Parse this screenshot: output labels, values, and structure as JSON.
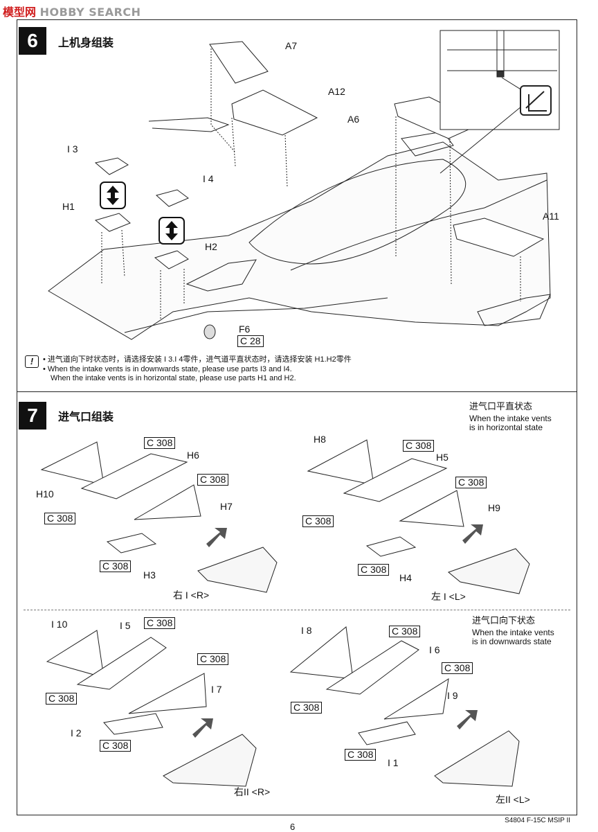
{
  "watermark": {
    "cn": "模型网",
    "en": "HOBBY SEARCH"
  },
  "step6": {
    "number": "6",
    "title": "上机身组装",
    "labels": {
      "a7": "A7",
      "a12": "A12",
      "a6": "A6",
      "a11": "A11",
      "i3": "I 3",
      "i4": "I 4",
      "h1": "H1",
      "h2": "H2",
      "f6": "F6",
      "c28": "C 28"
    },
    "note": {
      "cn": "进气道向下时状态时，请选择安装 I 3.I 4零件，进气道平直状态时，请选择安装 H1.H2零件",
      "en1": "When the intake vents is in downwards state, please use parts I3 and I4.",
      "en2": "When the intake vents is in horizontal state, please use parts H1 and H2."
    }
  },
  "step7": {
    "number": "7",
    "title": "进气口组装",
    "horizontal_state": {
      "cn": "进气口平直状态",
      "en1": "When the intake vents",
      "en2": "is in horizontal state"
    },
    "downwards_state": {
      "cn": "进气口向下状态",
      "en1": "When the intake vents",
      "en2": "is in downwards state"
    },
    "r1": {
      "h10": "H10",
      "h6": "H6",
      "h7": "H7",
      "h3": "H3",
      "c308": "C 308",
      "caption": "右 I <R>"
    },
    "l1": {
      "h8": "H8",
      "h5": "H5",
      "h9": "H9",
      "h4": "H4",
      "c308": "C 308",
      "caption": "左 I <L>"
    },
    "r2": {
      "i10": "I 10",
      "i5": "I 5",
      "i7": "I 7",
      "i2": "I 2",
      "c308": "C 308",
      "caption": "右II <R>"
    },
    "l2": {
      "i8": "I 8",
      "i6": "I 6",
      "i9": "I 9",
      "i1": "I 1",
      "c308": "C 308",
      "caption": "左II  <L>"
    }
  },
  "footer": {
    "code": "S4804 F-15C MSIP  II",
    "page": "6"
  }
}
